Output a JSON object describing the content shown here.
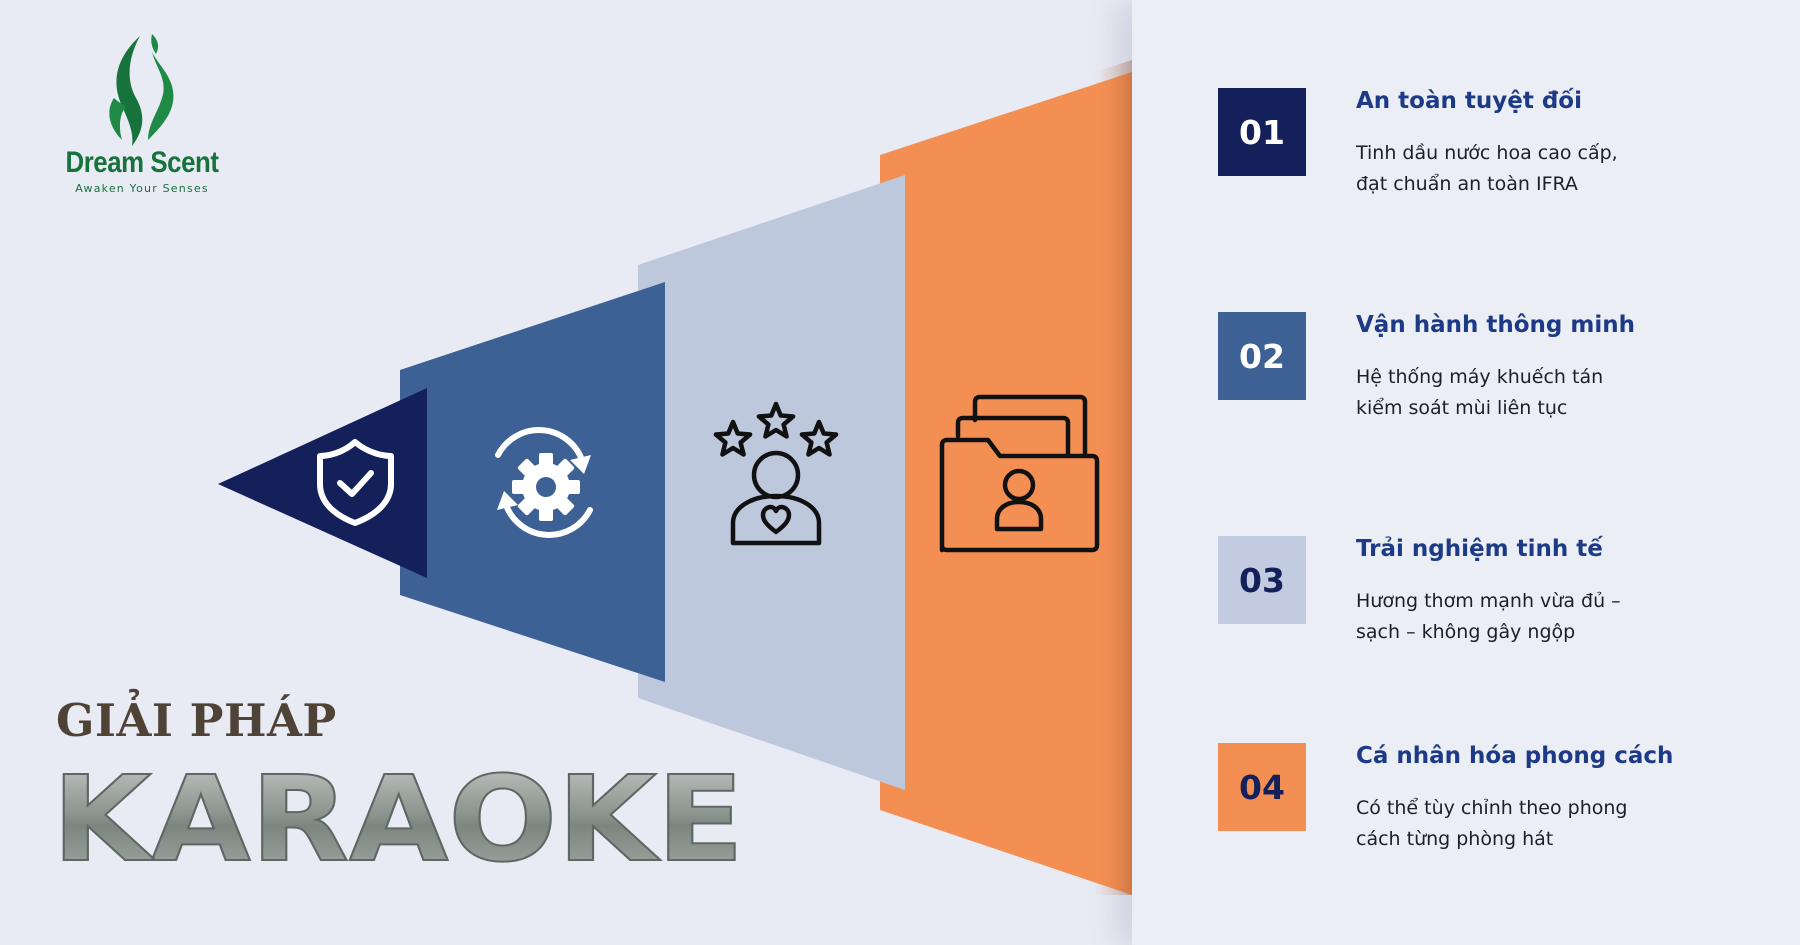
{
  "brand": {
    "name": "Dream Scent",
    "tagline": "Awaken Your Senses",
    "color": "#17723b"
  },
  "heading": {
    "line1": "GIẢI PHÁP",
    "line2": "KARAOKE"
  },
  "funnel": {
    "colors": [
      "#13205a",
      "#3d6095",
      "#bec8dd",
      "#f48f53"
    ],
    "icons": [
      "shield-check-icon",
      "gear-refresh-icon",
      "rating-stars-user-icon",
      "user-folder-icon"
    ]
  },
  "items": [
    {
      "number": "01",
      "title": "An toàn tuyệt đối",
      "desc": [
        "Tinh dầu nước hoa cao cấp,",
        "đạt chuẩn an toàn IFRA"
      ],
      "bg": "#13205a",
      "fg": "#ffffff"
    },
    {
      "number": "02",
      "title": "Vận hành thông minh",
      "desc": [
        "Hệ thống máy khuếch tán",
        "kiểm soát mùi liên tục"
      ],
      "bg": "#3d6095",
      "fg": "#ffffff"
    },
    {
      "number": "03",
      "title": "Trải nghiệm tinh tế",
      "desc": [
        "Hương thơm mạnh vừa đủ –",
        "sạch – không gây ngộp"
      ],
      "bg": "#c2cbdf",
      "fg": "#13205a"
    },
    {
      "number": "04",
      "title": "Cá nhân hóa phong cách",
      "desc": [
        "Có thể tùy chỉnh theo phong",
        "cách từng phòng hát"
      ],
      "bg": "#f48f53",
      "fg": "#13205a"
    }
  ]
}
